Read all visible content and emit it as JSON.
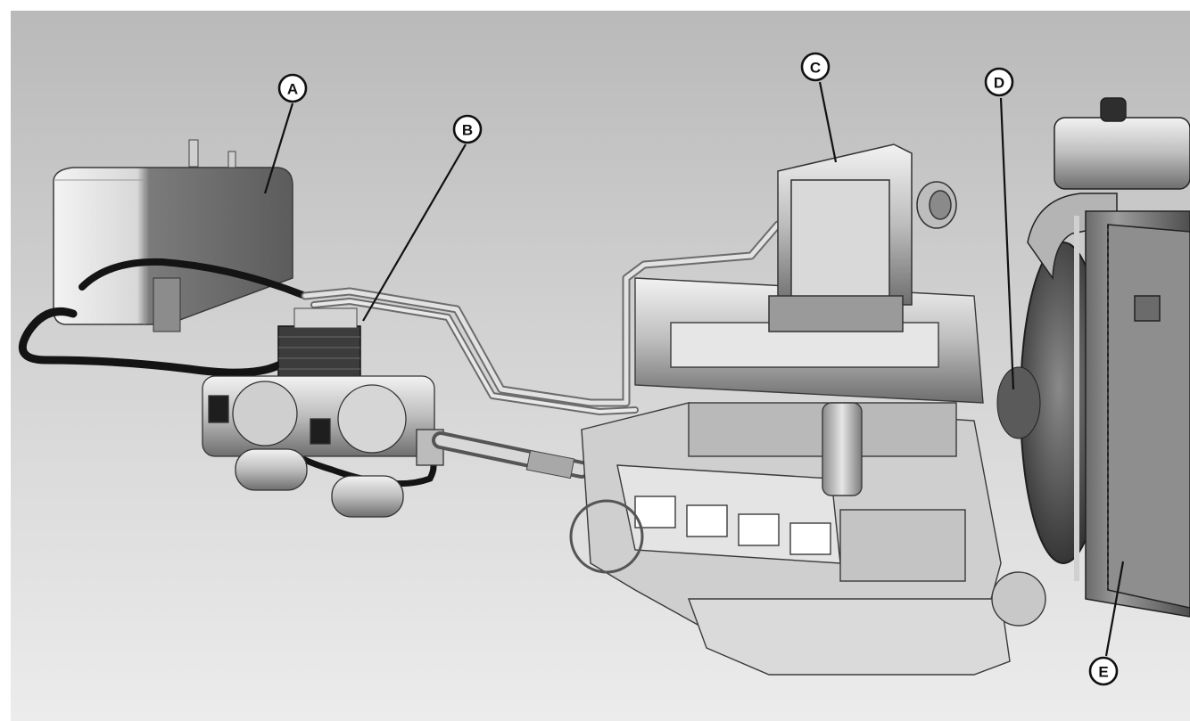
{
  "diagram": {
    "callouts": [
      {
        "id": "A",
        "label": "A"
      },
      {
        "id": "B",
        "label": "B"
      },
      {
        "id": "C",
        "label": "C"
      },
      {
        "id": "D",
        "label": "D"
      },
      {
        "id": "E",
        "label": "E"
      }
    ]
  },
  "colors": {
    "background_light": "#e6e6e6",
    "background_dark": "#a9a9a9",
    "metal_light": "#dcdcdc",
    "metal_mid": "#9a9a9a",
    "metal_dark": "#4a4a4a",
    "hose": "#141414"
  }
}
